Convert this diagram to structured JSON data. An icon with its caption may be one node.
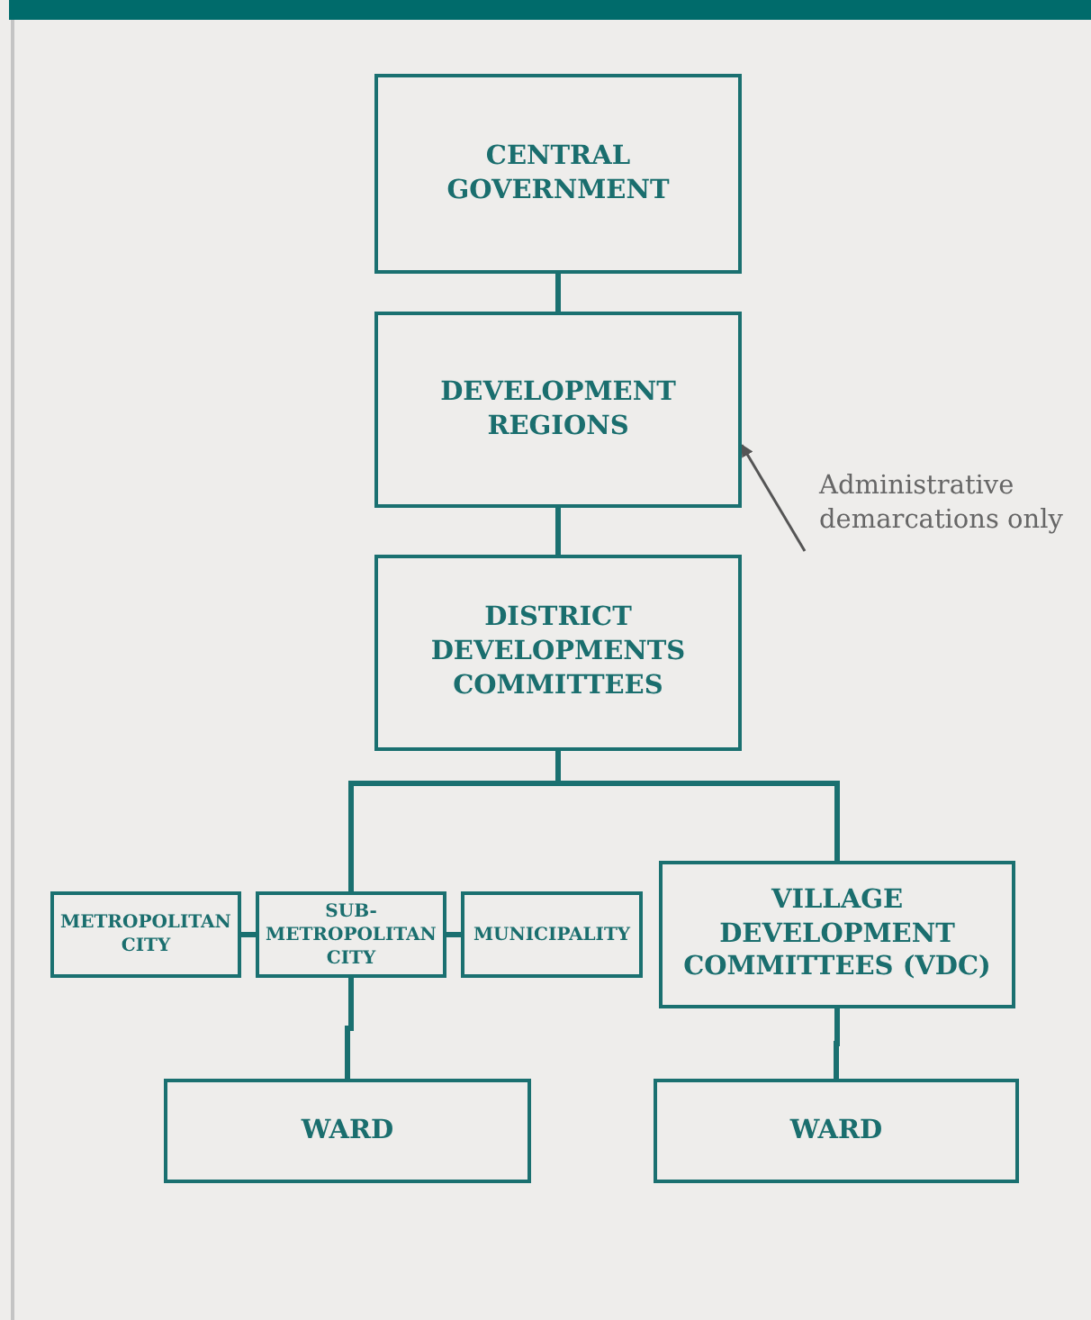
{
  "diagram": {
    "nodes": [
      {
        "text": [
          "CENTRAL GOVERNMENT"
        ]
      },
      {
        "text": [
          "DEVELOPMENT REGIONS"
        ]
      },
      {
        "text": [
          "DISTRICT DEVELOPMENTS COMMITTEES"
        ]
      },
      {
        "text": [
          "METROPOLITAN CITY"
        ]
      },
      {
        "text": [
          "SUB-METROPOLITAN CITY"
        ]
      },
      {
        "text": [
          "MUNICIPALITY"
        ]
      },
      {
        "text": [
          "VILLAGE DEVELOPMENT COMMITTEES (VDC)"
        ]
      },
      {
        "text": [
          "WARD"
        ]
      },
      {
        "text": [
          "WARD"
        ]
      },
      {
        "text": [
          "Administrative demarcations only"
        ]
      }
    ],
    "edges": [
      {
        "from": 0,
        "to": 1,
        "arrow": "none"
      },
      {
        "from": 1,
        "to": 2,
        "arrow": "none"
      },
      {
        "from": 2,
        "to": 4,
        "arrow": "none"
      },
      {
        "from": 2,
        "to": 6,
        "arrow": "none"
      },
      {
        "from": 3,
        "to": 4,
        "arrow": "none"
      },
      {
        "from": 4,
        "to": 5,
        "arrow": "none"
      },
      {
        "from": 4,
        "to": 7,
        "arrow": "none"
      },
      {
        "from": 6,
        "to": 8,
        "arrow": "none"
      },
      {
        "from": 9,
        "to": 1,
        "arrow": "to",
        "color": "#555555"
      }
    ]
  }
}
